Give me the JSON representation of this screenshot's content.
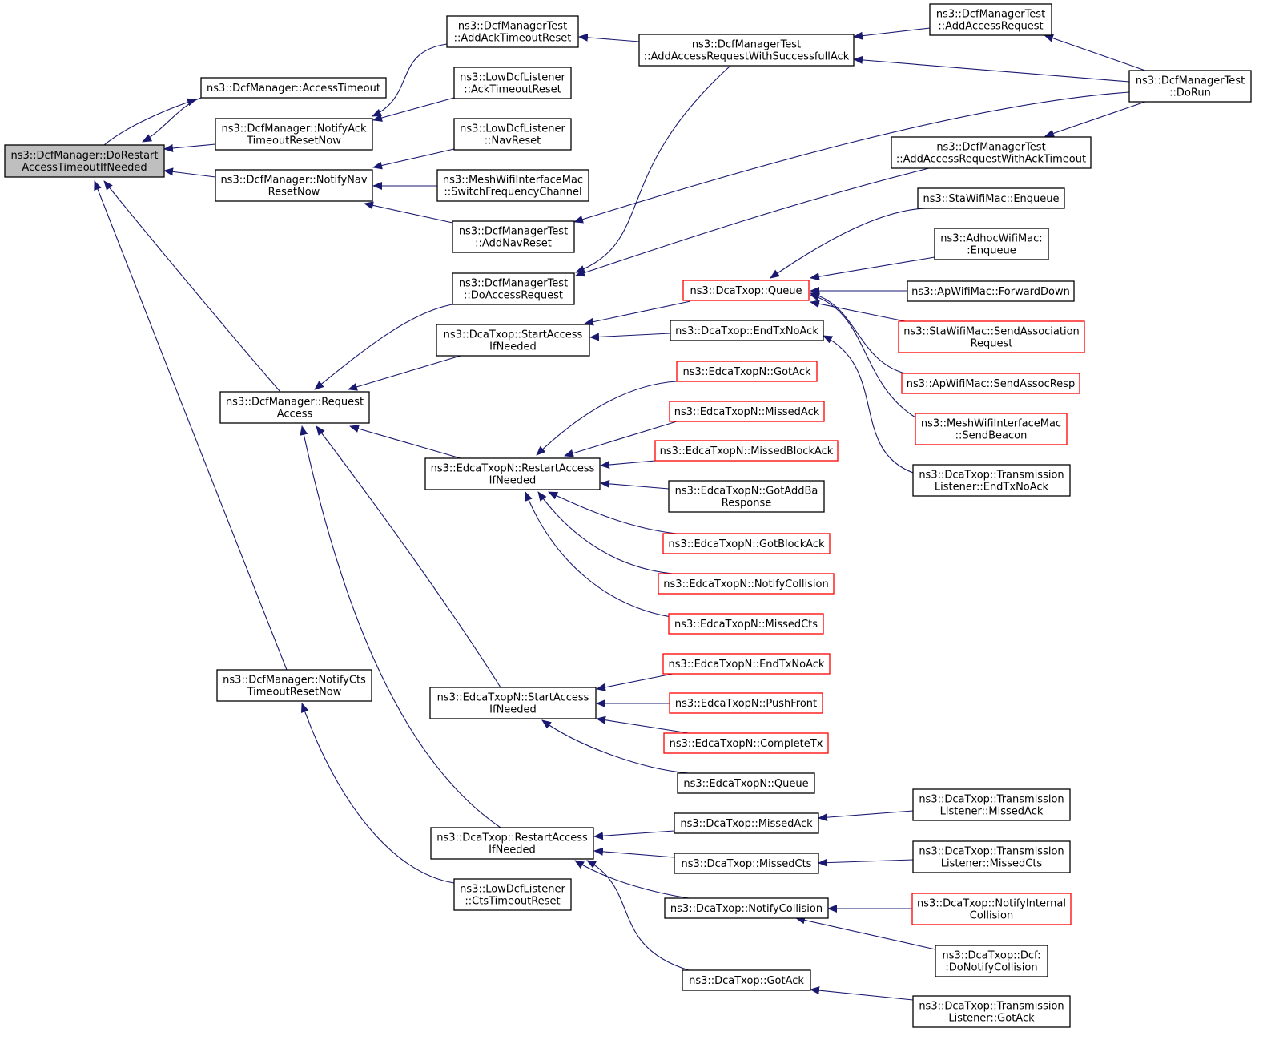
{
  "graph": {
    "edge_color": "#191970",
    "nodes": {
      "root": {
        "lines": [
          "ns3::DcfManager::DoRestart",
          "AccessTimeoutIfNeeded"
        ],
        "style": "root"
      },
      "accTO": {
        "lines": [
          "ns3::DcfManager::AccessTimeout"
        ]
      },
      "nAckTO": {
        "lines": [
          "ns3::DcfManager::NotifyAck",
          "TimeoutResetNow"
        ]
      },
      "nNav": {
        "lines": [
          "ns3::DcfManager::NotifyNav",
          "ResetNow"
        ]
      },
      "reqAcc": {
        "lines": [
          "ns3::DcfManager::Request",
          "Access"
        ]
      },
      "nCts": {
        "lines": [
          "ns3::DcfManager::NotifyCts",
          "TimeoutResetNow"
        ]
      },
      "tAckTO": {
        "lines": [
          "ns3::DcfManagerTest",
          "::AddAckTimeoutReset"
        ]
      },
      "lAckTO": {
        "lines": [
          "ns3::LowDcfListener",
          "::AckTimeoutReset"
        ]
      },
      "lNav": {
        "lines": [
          "ns3::LowDcfListener",
          "::NavReset"
        ]
      },
      "mesh": {
        "lines": [
          "ns3::MeshWifiInterfaceMac",
          "::SwitchFrequencyChannel"
        ]
      },
      "tNav": {
        "lines": [
          "ns3::DcfManagerTest",
          "::AddNavReset"
        ]
      },
      "tDoAcc": {
        "lines": [
          "ns3::DcfManagerTest",
          "::DoAccessRequest"
        ]
      },
      "dStart": {
        "lines": [
          "ns3::DcaTxop::StartAccess",
          "IfNeeded"
        ]
      },
      "eRest": {
        "lines": [
          "ns3::EdcaTxopN::RestartAccess",
          "IfNeeded"
        ]
      },
      "eStart": {
        "lines": [
          "ns3::EdcaTxopN::StartAccess",
          "IfNeeded"
        ]
      },
      "dRest": {
        "lines": [
          "ns3::DcaTxop::RestartAccess",
          "IfNeeded"
        ]
      },
      "lCts": {
        "lines": [
          "ns3::LowDcfListener",
          "::CtsTimeoutReset"
        ]
      },
      "tSucc": {
        "lines": [
          "ns3::DcfManagerTest",
          "::AddAccessRequestWithSuccessfullAck"
        ]
      },
      "tAddAcc": {
        "lines": [
          "ns3::DcfManagerTest",
          "::AddAccessRequest"
        ]
      },
      "tDoRun": {
        "lines": [
          "ns3::DcfManagerTest",
          "::DoRun"
        ]
      },
      "tAckTOr": {
        "lines": [
          "ns3::DcfManagerTest",
          "::AddAccessRequestWithAckTimeout"
        ]
      },
      "dQueue": {
        "lines": [
          "ns3::DcaTxop::Queue"
        ],
        "style": "red"
      },
      "dEndTx": {
        "lines": [
          "ns3::DcaTxop::EndTxNoAck"
        ]
      },
      "staEnq": {
        "lines": [
          "ns3::StaWifiMac::Enqueue"
        ]
      },
      "adhEnq": {
        "lines": [
          "ns3::AdhocWifiMac:",
          ":Enqueue"
        ]
      },
      "apFwd": {
        "lines": [
          "ns3::ApWifiMac::ForwardDown"
        ]
      },
      "staAssoc": {
        "lines": [
          "ns3::StaWifiMac::SendAssociation",
          "Request"
        ],
        "style": "red"
      },
      "apAssoc": {
        "lines": [
          "ns3::ApWifiMac::SendAssocResp"
        ],
        "style": "red"
      },
      "meshBcn": {
        "lines": [
          "ns3::MeshWifiInterfaceMac",
          "::SendBeacon"
        ],
        "style": "red"
      },
      "tlEndTx": {
        "lines": [
          "ns3::DcaTxop::Transmission",
          "Listener::EndTxNoAck"
        ]
      },
      "eGotAck": {
        "lines": [
          "ns3::EdcaTxopN::GotAck"
        ],
        "style": "red"
      },
      "eMissAck": {
        "lines": [
          "ns3::EdcaTxopN::MissedAck"
        ],
        "style": "red"
      },
      "eMissBA": {
        "lines": [
          "ns3::EdcaTxopN::MissedBlockAck"
        ],
        "style": "red"
      },
      "eGotAddBa": {
        "lines": [
          "ns3::EdcaTxopN::GotAddBa",
          "Response"
        ]
      },
      "eGotBA": {
        "lines": [
          "ns3::EdcaTxopN::GotBlockAck"
        ],
        "style": "red"
      },
      "eNotColl": {
        "lines": [
          "ns3::EdcaTxopN::NotifyCollision"
        ],
        "style": "red"
      },
      "eMissCts": {
        "lines": [
          "ns3::EdcaTxopN::MissedCts"
        ],
        "style": "red"
      },
      "eEndTx": {
        "lines": [
          "ns3::EdcaTxopN::EndTxNoAck"
        ],
        "style": "red"
      },
      "ePush": {
        "lines": [
          "ns3::EdcaTxopN::PushFront"
        ],
        "style": "red"
      },
      "eCompl": {
        "lines": [
          "ns3::EdcaTxopN::CompleteTx"
        ],
        "style": "red"
      },
      "eQueue": {
        "lines": [
          "ns3::EdcaTxopN::Queue"
        ]
      },
      "dMissAck": {
        "lines": [
          "ns3::DcaTxop::MissedAck"
        ]
      },
      "dMissCts": {
        "lines": [
          "ns3::DcaTxop::MissedCts"
        ]
      },
      "dNotColl": {
        "lines": [
          "ns3::DcaTxop::NotifyCollision"
        ]
      },
      "dGotAck": {
        "lines": [
          "ns3::DcaTxop::GotAck"
        ]
      },
      "tlMissAck": {
        "lines": [
          "ns3::DcaTxop::Transmission",
          "Listener::MissedAck"
        ]
      },
      "tlMissCts": {
        "lines": [
          "ns3::DcaTxop::Transmission",
          "Listener::MissedCts"
        ]
      },
      "dNotInt": {
        "lines": [
          "ns3::DcaTxop::NotifyInternal",
          "Collision"
        ],
        "style": "red"
      },
      "dcfNotify": {
        "lines": [
          "ns3::DcaTxop::Dcf:",
          ":DoNotifyCollision"
        ]
      },
      "tlGotAck": {
        "lines": [
          "ns3::DcaTxop::Transmission",
          "Listener::GotAck"
        ]
      }
    },
    "edges": [
      [
        "root",
        "accTO"
      ],
      [
        "accTO",
        "root"
      ],
      [
        "root",
        "nAckTO"
      ],
      [
        "root",
        "nNav"
      ],
      [
        "root",
        "reqAcc"
      ],
      [
        "root",
        "nCts"
      ],
      [
        "nAckTO",
        "tAckTO"
      ],
      [
        "nAckTO",
        "lAckTO"
      ],
      [
        "nNav",
        "lNav"
      ],
      [
        "nNav",
        "mesh"
      ],
      [
        "nNav",
        "tNav"
      ],
      [
        "reqAcc",
        "tDoAcc"
      ],
      [
        "reqAcc",
        "dStart"
      ],
      [
        "reqAcc",
        "eRest"
      ],
      [
        "reqAcc",
        "eStart"
      ],
      [
        "reqAcc",
        "dRest"
      ],
      [
        "nCts",
        "lCts"
      ],
      [
        "tAckTO",
        "tSucc"
      ],
      [
        "tNav",
        "tDoRun"
      ],
      [
        "tDoAcc",
        "tSucc"
      ],
      [
        "tDoAcc",
        "tAckTOr"
      ],
      [
        "tSucc",
        "tAddAcc"
      ],
      [
        "tSucc",
        "tDoRun"
      ],
      [
        "tAddAcc",
        "tDoRun"
      ],
      [
        "tAckTOr",
        "tDoRun"
      ],
      [
        "dStart",
        "dQueue"
      ],
      [
        "dStart",
        "dEndTx"
      ],
      [
        "dQueue",
        "staEnq"
      ],
      [
        "dQueue",
        "adhEnq"
      ],
      [
        "dQueue",
        "apFwd"
      ],
      [
        "dQueue",
        "staAssoc"
      ],
      [
        "dQueue",
        "apAssoc"
      ],
      [
        "dQueue",
        "meshBcn"
      ],
      [
        "dEndTx",
        "tlEndTx"
      ],
      [
        "eRest",
        "eGotAck"
      ],
      [
        "eRest",
        "eMissAck"
      ],
      [
        "eRest",
        "eMissBA"
      ],
      [
        "eRest",
        "eGotAddBa"
      ],
      [
        "eRest",
        "eGotBA"
      ],
      [
        "eRest",
        "eNotColl"
      ],
      [
        "eRest",
        "eMissCts"
      ],
      [
        "eStart",
        "eEndTx"
      ],
      [
        "eStart",
        "ePush"
      ],
      [
        "eStart",
        "eCompl"
      ],
      [
        "eStart",
        "eQueue"
      ],
      [
        "dRest",
        "dMissAck"
      ],
      [
        "dRest",
        "dMissCts"
      ],
      [
        "dRest",
        "dNotColl"
      ],
      [
        "dRest",
        "dGotAck"
      ],
      [
        "dMissAck",
        "tlMissAck"
      ],
      [
        "dMissCts",
        "tlMissCts"
      ],
      [
        "dNotColl",
        "dNotInt"
      ],
      [
        "dNotColl",
        "dcfNotify"
      ],
      [
        "dGotAck",
        "tlGotAck"
      ]
    ]
  }
}
